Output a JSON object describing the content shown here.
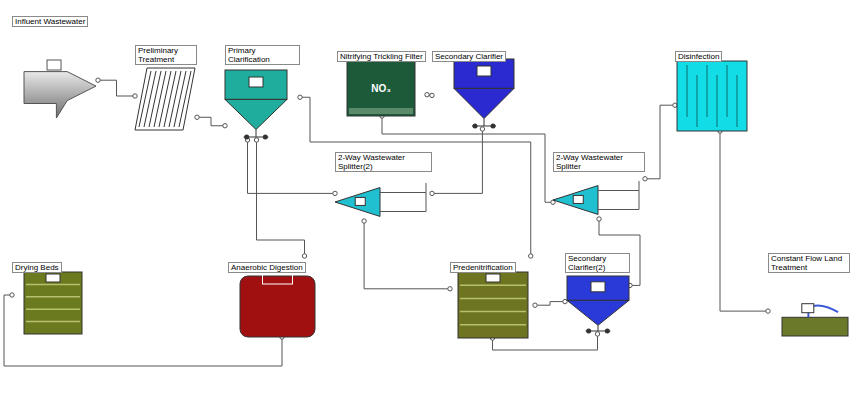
{
  "diagram": {
    "nodes": [
      {
        "text": [
          "Influent Wastewater"
        ]
      },
      {
        "text": [
          "Preliminary Treatment"
        ]
      },
      {
        "text": [
          "Primary Clarification"
        ]
      },
      {
        "text": [
          "Nitrifying Trickling Filter",
          "NO₃"
        ]
      },
      {
        "text": [
          "Secondary Clarifier"
        ]
      },
      {
        "text": [
          "Disinfection"
        ]
      },
      {
        "text": [
          "2-Way Wastewater Splitter(2)"
        ]
      },
      {
        "text": [
          "2-Way Wastewater Splitter"
        ]
      },
      {
        "text": [
          "Drying Beds"
        ]
      },
      {
        "text": [
          "Anaerobic Digestion"
        ]
      },
      {
        "text": [
          "Predenitrification"
        ]
      },
      {
        "text": [
          "Secondary Clarifier(2)"
        ]
      },
      {
        "text": [
          "Constant Flow Land Treatment"
        ]
      }
    ],
    "edges": [
      {
        "from": 0,
        "to": 1,
        "arrow": "none"
      },
      {
        "from": 1,
        "to": 2,
        "arrow": "none"
      },
      {
        "from": 2,
        "to": 9,
        "arrow": "none"
      },
      {
        "from": 2,
        "to": 10,
        "arrow": "none"
      },
      {
        "from": 10,
        "to": 11,
        "arrow": "none"
      },
      {
        "from": 11,
        "to": 7,
        "arrow": "none"
      },
      {
        "from": 11,
        "to": 10,
        "arrow": "none"
      },
      {
        "from": 9,
        "to": 8,
        "arrow": "none"
      },
      {
        "from": 7,
        "to": 3,
        "arrow": "none"
      },
      {
        "from": 7,
        "to": 5,
        "arrow": "none"
      },
      {
        "from": 3,
        "to": 4,
        "arrow": "none"
      },
      {
        "from": 4,
        "to": 6,
        "arrow": "none"
      },
      {
        "from": 6,
        "to": 10,
        "arrow": "none"
      },
      {
        "from": 6,
        "to": 2,
        "arrow": "none"
      },
      {
        "from": 5,
        "to": 12,
        "arrow": "none"
      }
    ]
  }
}
